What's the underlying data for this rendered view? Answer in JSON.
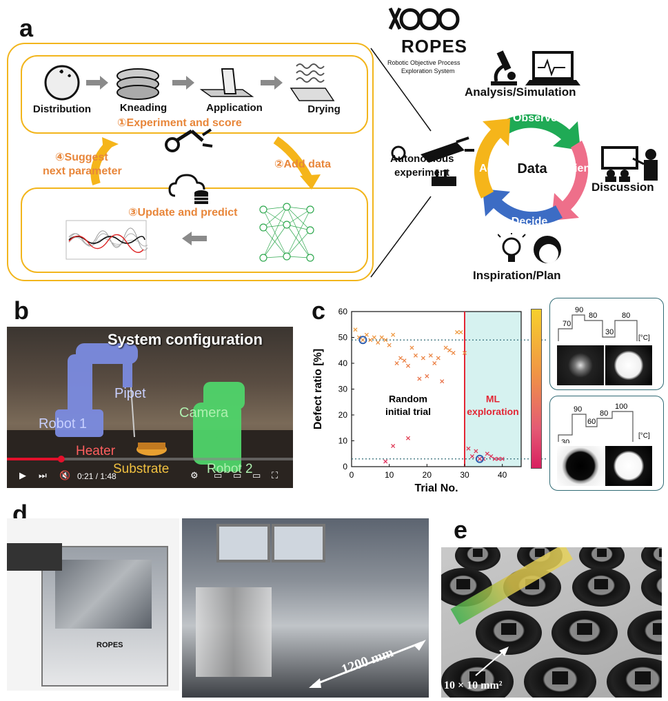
{
  "panel_labels": {
    "a": "a",
    "b": "b",
    "c": "c",
    "d": "d",
    "e": "e"
  },
  "panel_a": {
    "workflow_steps": [
      "Distribution",
      "Kneading",
      "Application",
      "Drying"
    ],
    "loop": {
      "experiment": "①Experiment and score",
      "add_data": "②Add data",
      "update": "③Update and predict",
      "suggest_line1": "④Suggest",
      "suggest_line2": "next parameter"
    },
    "brand": {
      "name": "ROPES",
      "subtitle_line1": "Robotic Objective Process",
      "subtitle_line2": "Exploration System"
    },
    "ooda": {
      "center": "Data",
      "observe": "Observe",
      "orient": "Orient",
      "decide": "Decide",
      "act": "Act",
      "analysis": "Analysis/Simulation",
      "discussion": "Discussion",
      "inspiration": "Inspiration/Plan",
      "autonomous_line1": "Autonomous",
      "autonomous_line2": "experiment"
    },
    "colors": {
      "frame": "#f2b51c",
      "observe": "#1faa55",
      "orient": "#ee6f8a",
      "decide": "#3c6cc4",
      "act": "#f5b51a",
      "orange_text": "#e8863a"
    }
  },
  "panel_b": {
    "title": "System configuration",
    "labels": {
      "pipet": "Pipet",
      "robot1": "Robot 1",
      "camera": "Camera",
      "heater": "Heater",
      "substrate": "Substrate",
      "robot2": "Robot 2"
    },
    "time": "0:21 / 1:48",
    "progress": 0.19
  },
  "panel_c": {
    "chart_data": {
      "type": "scatter",
      "xlabel": "Trial No.",
      "ylabel": "Defect ratio [%]",
      "xlim": [
        0,
        45
      ],
      "ylim": [
        0,
        60
      ],
      "xticks": [
        0,
        10,
        20,
        30,
        40
      ],
      "yticks": [
        0,
        10,
        20,
        30,
        40,
        50,
        60
      ],
      "regions": {
        "random": "Random\ninitial trial",
        "ml": "ML\nexploration",
        "boundary": 30
      },
      "region_text": {
        "random_l1": "Random",
        "random_l2": "initial trial",
        "ml_l1": "ML",
        "ml_l2": "exploration"
      },
      "reference_lines": [
        49,
        3
      ],
      "highlighted_points": [
        {
          "x": 3,
          "y": 49
        },
        {
          "x": 34,
          "y": 3
        }
      ],
      "series": [
        {
          "points": [
            [
              1,
              53
            ],
            [
              2,
              50
            ],
            [
              3,
              49
            ],
            [
              4,
              51
            ],
            [
              5,
              49
            ],
            [
              6,
              50
            ],
            [
              7,
              48
            ],
            [
              8,
              50
            ],
            [
              9,
              49
            ],
            [
              10,
              47
            ],
            [
              11,
              51
            ],
            [
              12,
              40
            ],
            [
              13,
              42
            ],
            [
              14,
              41
            ],
            [
              15,
              39
            ],
            [
              16,
              46
            ],
            [
              17,
              43
            ],
            [
              18,
              34
            ],
            [
              19,
              42
            ],
            [
              20,
              35
            ],
            [
              21,
              43
            ],
            [
              22,
              40
            ],
            [
              23,
              42
            ],
            [
              24,
              33
            ],
            [
              25,
              46
            ],
            [
              26,
              45
            ],
            [
              27,
              44
            ],
            [
              28,
              52
            ],
            [
              29,
              52
            ],
            [
              30,
              44
            ],
            [
              9,
              2
            ],
            [
              11,
              8
            ],
            [
              15,
              11
            ],
            [
              31,
              7
            ],
            [
              32,
              4
            ],
            [
              33,
              6
            ],
            [
              34,
              3
            ],
            [
              35,
              3
            ],
            [
              36,
              5
            ],
            [
              37,
              4
            ],
            [
              38,
              3
            ],
            [
              39,
              3
            ],
            [
              40,
              3
            ]
          ]
        }
      ]
    },
    "profiles": {
      "top": {
        "temps": [
          "70",
          "90",
          "80",
          "30",
          "80"
        ],
        "unit": "[°C]"
      },
      "bottom": {
        "temps": [
          "30",
          "90",
          "60",
          "80",
          "100"
        ],
        "unit": "[°C]"
      }
    }
  },
  "panel_d": {
    "dimension": "1200 mm",
    "brand": "ROPES"
  },
  "panel_e": {
    "size": "10 × 10 mm²"
  }
}
